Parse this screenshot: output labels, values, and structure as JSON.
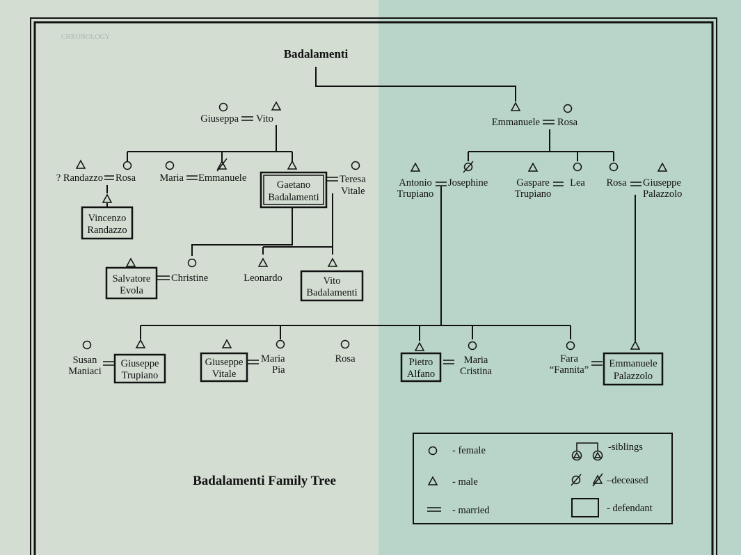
{
  "title": "Badalamenti",
  "caption": "Badalamenti Family Tree",
  "background_text": {
    "left_header": "CHRONOLOGY"
  },
  "people": {
    "giuseppa": "Giuseppa",
    "vito_sr": "Vito",
    "emmanuele_sr": "Emmanuele",
    "rosa_sr": "Rosa",
    "randazzo": "? Randazzo",
    "rosa_r": "Rosa",
    "maria": "Maria",
    "emmanuele_b": "Emmanuele",
    "gaetano": [
      "Gaetano",
      "Badalamenti"
    ],
    "teresa": [
      "Teresa",
      "Vitale"
    ],
    "vincenzo": [
      "Vincenzo",
      "Randazzo"
    ],
    "salvatore": [
      "Salvatore",
      "Evola"
    ],
    "christine": "Christine",
    "leonardo": "Leonardo",
    "vito_b": [
      "Vito",
      "Badalamenti"
    ],
    "susan": [
      "Susan",
      "Maniaci"
    ],
    "giuseppe_t": [
      "Giuseppe",
      "Trupiano"
    ],
    "giuseppe_v": [
      "Giuseppe",
      "Vitale"
    ],
    "maria_pia": [
      "Maria",
      "Pia"
    ],
    "rosa_g": "Rosa",
    "antonio": [
      "Antonio",
      "Trupiano"
    ],
    "josephine": "Josephine",
    "gaspare": [
      "Gaspare",
      "Trupiano"
    ],
    "lea": "Lea",
    "rosa_p": "Rosa",
    "giuseppe_p": [
      "Giuseppe",
      "Palazzolo"
    ],
    "pietro": [
      "Pietro",
      "Alfano"
    ],
    "maria_cristina": [
      "Maria",
      "Cristina"
    ],
    "fara": [
      "Fara",
      "“Fannita”"
    ],
    "emmanuele_p": [
      "Emmanuele",
      "Palazzolo"
    ]
  },
  "legend": {
    "female": "- female",
    "male": "- male",
    "married": "- married",
    "siblings": "-siblings",
    "deceased": "–deceased",
    "defendant": "- defendant"
  },
  "colors": {
    "ink": "#111111",
    "left_page": "#d3ddd2",
    "right_page": "#b9d4c8"
  }
}
